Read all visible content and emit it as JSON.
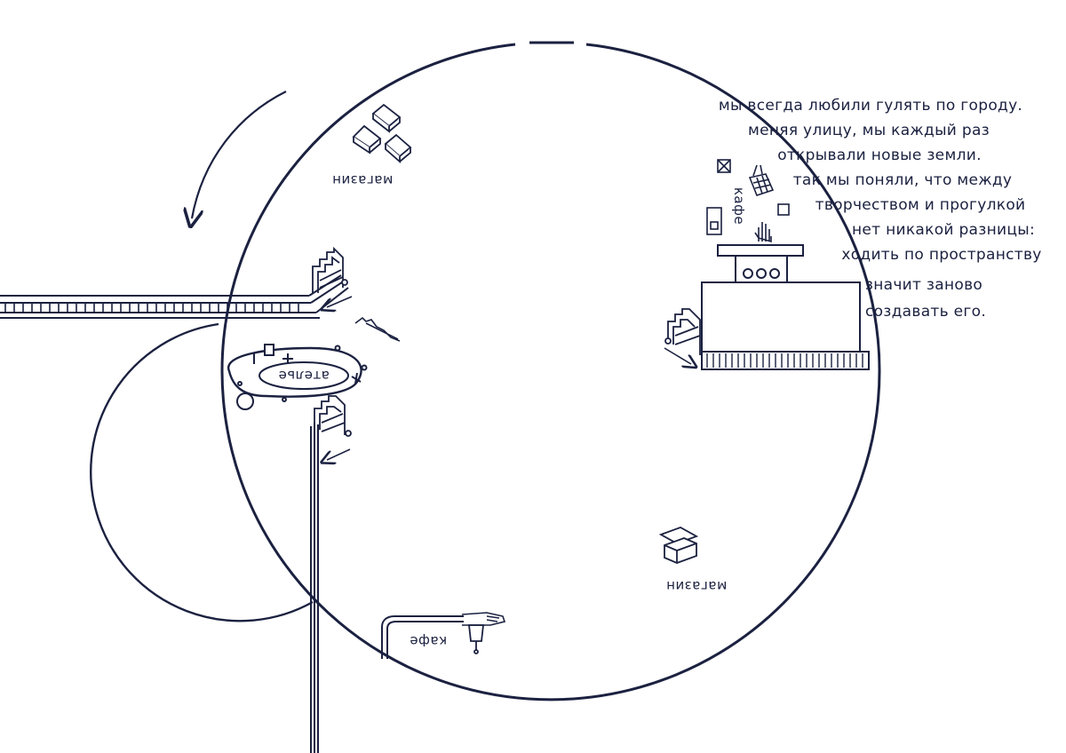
{
  "palette": {
    "ink": "#1b2140",
    "background": "#ffffff"
  },
  "quote": {
    "lines": [
      "мы всегда любили гулять по городу.",
      "меняя улицу, мы каждый раз",
      "открывали новые земли.",
      "так мы поняли, что между",
      "творчеством и прогулкой",
      "нет никакой разницы:",
      "ходить по пространству",
      "значит заново",
      "создавать его."
    ]
  },
  "labels": {
    "shop_top": "магазин",
    "cafe_top": "кафе",
    "atelier": "ателье",
    "shop_bottom": "магазин",
    "cafe_bottom": "кафе"
  },
  "icons": [
    "books-icon",
    "shopping-basket-icon",
    "hand-icon",
    "building-icon",
    "staircase-icon",
    "arrow-icon",
    "atelier-island-icon",
    "book-icon",
    "coffee-cup-icon"
  ]
}
